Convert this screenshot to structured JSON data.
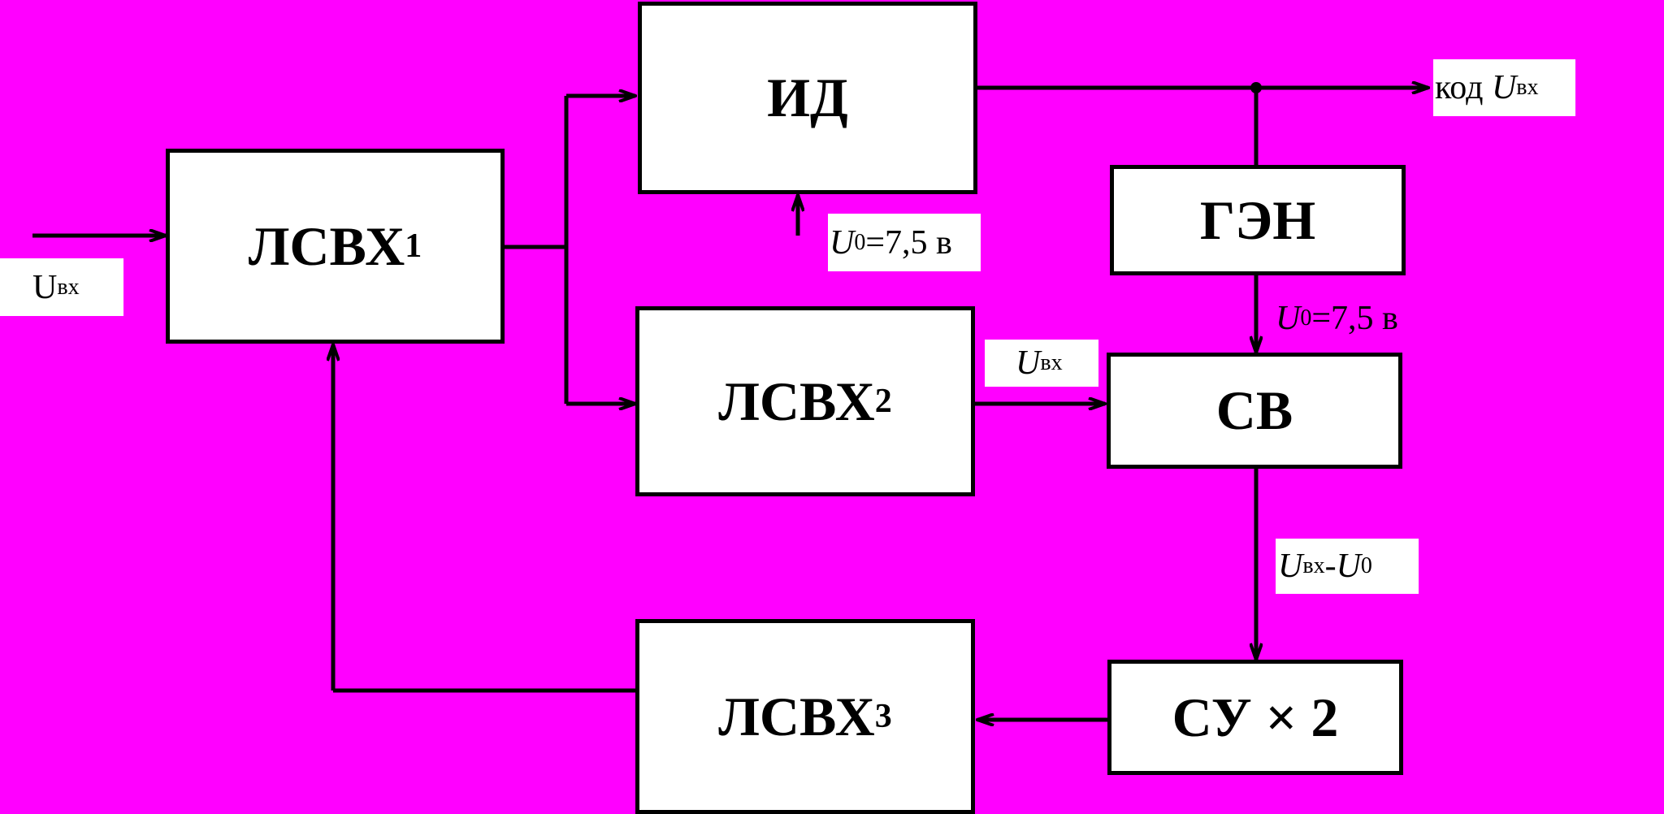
{
  "blocks": {
    "lsvh1": {
      "main": "ЛСВХ",
      "sub": "1"
    },
    "id": {
      "main": "ИД"
    },
    "lsvh2": {
      "main": "ЛСВХ",
      "sub": "2"
    },
    "lsvh3": {
      "main": "ЛСВХ",
      "sub": "3"
    },
    "gen": {
      "main": "ГЭН"
    },
    "sv": {
      "main": "СВ"
    },
    "su": {
      "main": "СУ × 2"
    }
  },
  "labels": {
    "uin": {
      "main": "U",
      "sub": "вх"
    },
    "code": {
      "prefix": "код ",
      "var": "U",
      "sub": "вх"
    },
    "u0_id": {
      "var": "U",
      "sub": "0",
      "rest": "=7,5 в"
    },
    "u0_gen": {
      "var": "U",
      "sub": "0",
      "rest": "=7,5 в"
    },
    "uin_sv": {
      "var": "U",
      "sub": "вх"
    },
    "diff": {
      "var1": "U",
      "sub1": "вх",
      "sep": "-",
      "var2": "U",
      "sub2": "0"
    }
  },
  "colors": {
    "background": "#ff00ff",
    "block_fill": "#ffffff",
    "line": "#000000"
  }
}
